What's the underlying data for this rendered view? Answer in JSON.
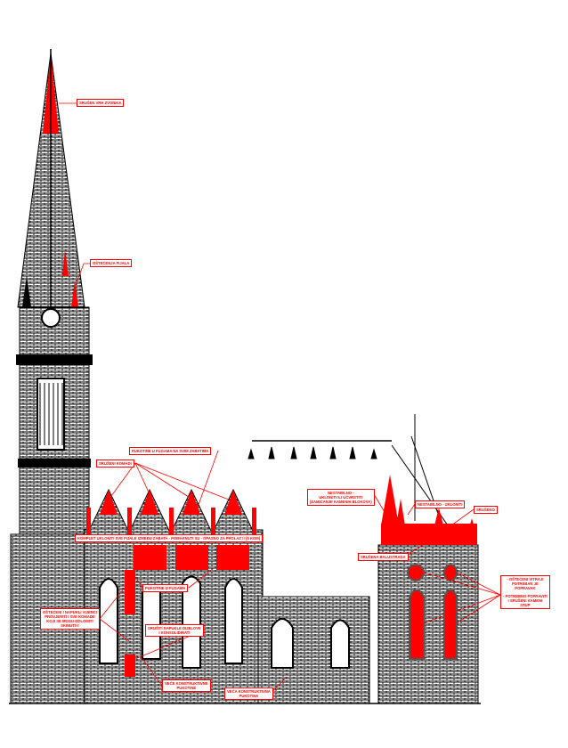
{
  "drawing": {
    "accent_color": "#ff0000",
    "line_color": "#000000",
    "labels": {
      "spire_top": "SRUŠEN VRH ZVONIKA",
      "pinnacle_damage": "OŠTEĆENJA FIJALA",
      "gable_joint_cracks": "PUKOTINE U FUGAMA NA SVIM ZABATIMA",
      "fallen_pieces": "SRUŠENI KOMADI",
      "remove_pinnacles": "KOMPLET UKLONITI SVE FIJALE IZMEĐU ZABATA - POMAKNUTI SU - OPASNO ZA PROLAZ !! (5 KOM)",
      "joint_cracks": "PUKOTINE U FUGAMA",
      "cornices_1": "OŠTEĆENI I NAPUKLI VIJENCI",
      "cornices_2": "PROVJERITI I SVE KOMADE",
      "cornices_3": "KOJI SE MOGU ODLOMITI",
      "cornices_4": "SKINUTI !!",
      "demolish_1": "SRUŠITI NAPUKLE DIJELOVE",
      "demolish_2": "I KONSOLIDIRATI",
      "larger_cracks_1": "VEĆE KONSTRUKTIVNE",
      "larger_cracks_2": "PUKOTINE",
      "larger_crack_1": "VEĆA KONSTRUKTIVNA",
      "larger_crack_2": "PUKOTINA",
      "unstable_1": "NESTABILNO -",
      "unstable_2": "UKLONITI ILI UČVRSTITI",
      "unstable_3": "(ZAMICANJE KAMENIH BLOKOVA)",
      "unstable_remove": "NESTABILNO - UKLONITI",
      "collapsed": "SRUŠENO",
      "balustrade": "SRUŠENA BALUSTRADA",
      "windows_1": "- OŠTEĆENI VITRAJI",
      "windows_2": "POTREBAN JE",
      "windows_3": "POPRAVAK",
      "windows_4": "- POTREBNO POPRAVITI",
      "windows_5": "I SRUŠENI KAMENI",
      "windows_6": "STUP"
    }
  }
}
